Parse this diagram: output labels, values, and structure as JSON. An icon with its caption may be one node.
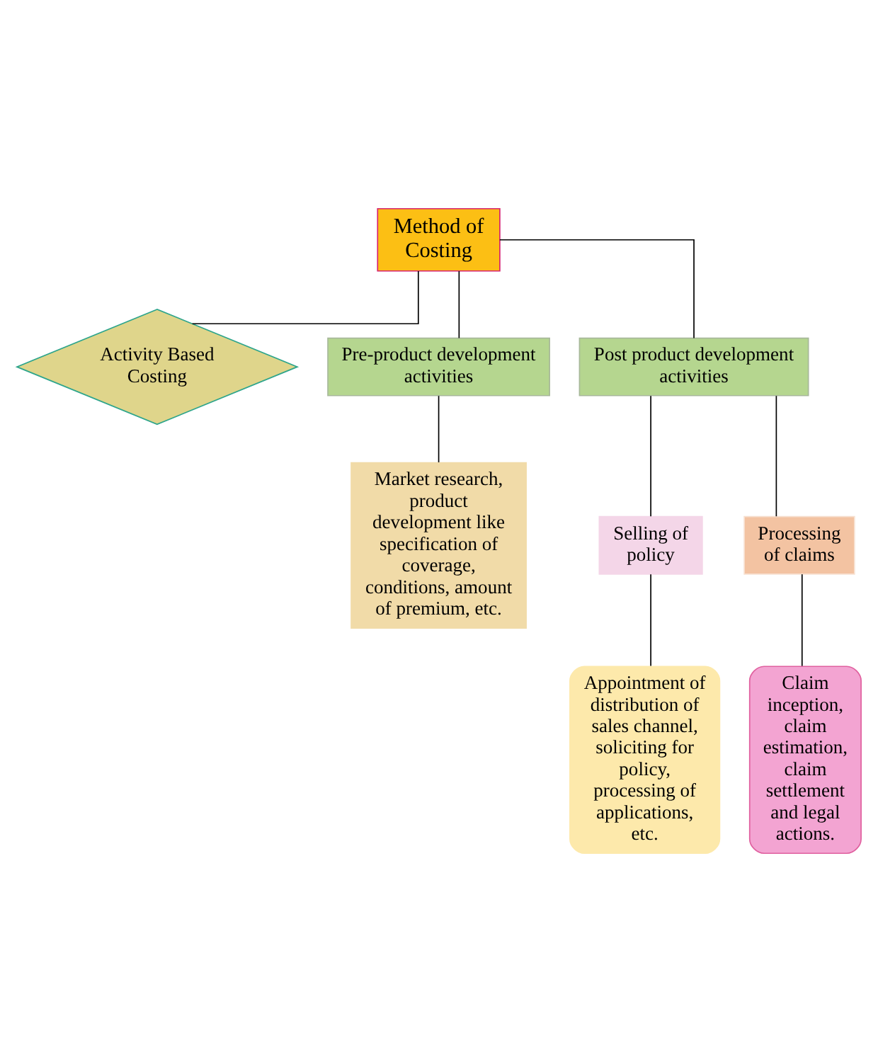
{
  "diagram": {
    "nodes": [
      {
        "text": [
          "Method of Costing"
        ]
      },
      {
        "text": [
          "Activity Based Costing"
        ]
      },
      {
        "text": [
          "Pre-product development activities"
        ]
      },
      {
        "text": [
          "Post product development activities"
        ]
      },
      {
        "text": [
          "Selling of policy"
        ]
      },
      {
        "text": [
          "Processing of claims"
        ]
      },
      {
        "text": [
          "Market research, product development like specification of coverage, conditions, amount of premium, etc."
        ]
      },
      {
        "text": [
          "Appointment of distribution of sales channel, soliciting for policy, processing of applications, etc."
        ]
      },
      {
        "text": [
          "Claim inception, claim estimation, claim settlement and legal actions."
        ]
      }
    ],
    "edges": [
      {
        "from": 0,
        "to": 1,
        "arrow": "none"
      },
      {
        "from": 0,
        "to": 2,
        "arrow": "none"
      },
      {
        "from": 0,
        "to": 3,
        "arrow": "none"
      },
      {
        "from": 3,
        "to": 4,
        "arrow": "none"
      },
      {
        "from": 3,
        "to": 5,
        "arrow": "none"
      },
      {
        "from": 2,
        "to": 6,
        "arrow": "none"
      },
      {
        "from": 4,
        "to": 7,
        "arrow": "none"
      },
      {
        "from": 5,
        "to": 8,
        "arrow": "none"
      }
    ]
  }
}
